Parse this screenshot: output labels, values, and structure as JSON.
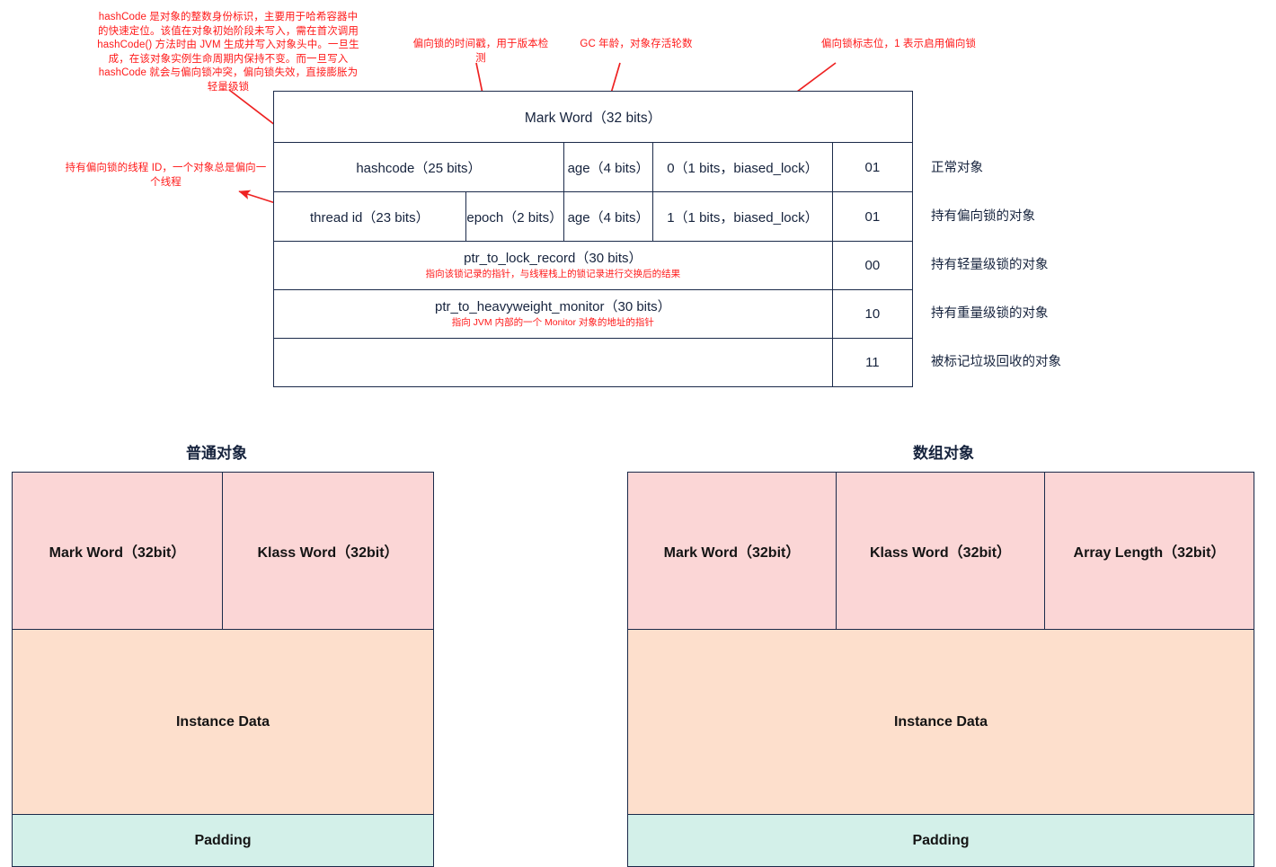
{
  "annotations": {
    "hashcode": "hashCode 是对象的整数身份标识，主要用于哈希容器中的快速定位。该值在对象初始阶段未写入，需在首次调用 hashCode() 方法时由 JVM 生成并写入对象头中。一旦生成，在该对象实例生命周期内保持不变。而一旦写入 hashCode 就会与偏向锁冲突，偏向锁失效，直接膨胀为轻量级锁",
    "epoch": "偏向锁的时间戳，用于版本检测",
    "gc_age": "GC 年龄，对象存活轮数",
    "biased_flag": "偏向锁标志位，1 表示启用偏向锁",
    "thread_id": "持有偏向锁的线程 ID，一个对象总是偏向一个线程"
  },
  "mark_word_table": {
    "header": "Mark Word（32 bits）",
    "rows": [
      {
        "id": "normal",
        "cells": [
          "hashcode（25 bits）",
          "age（4 bits）",
          "0（1 bits，biased_lock）",
          "01"
        ],
        "label": "正常对象"
      },
      {
        "id": "biased",
        "cells": [
          "thread id（23 bits）",
          "epoch（2 bits）",
          "age（4 bits）",
          "1（1 bits，biased_lock）",
          "01"
        ],
        "label": "持有偏向锁的对象"
      },
      {
        "id": "lightweight",
        "main": "ptr_to_lock_record（30 bits）",
        "sub": "指向该锁记录的指针，与线程栈上的锁记录进行交换后的结果",
        "tag": "00",
        "label": "持有轻量级锁的对象"
      },
      {
        "id": "heavyweight",
        "main": "ptr_to_heavyweight_monitor（30 bits）",
        "sub": "指向 JVM 内部的一个 Monitor 对象的地址的指针",
        "tag": "10",
        "label": "持有重量级锁的对象"
      },
      {
        "id": "gc_marked",
        "main": "",
        "sub": "",
        "tag": "11",
        "label": "被标记垃圾回收的对象"
      }
    ]
  },
  "object_layouts": [
    {
      "id": "plain-object",
      "title": "普通对象",
      "header_cells": [
        "Mark Word（32bit）",
        "Klass Word（32bit）"
      ],
      "data_label": "Instance Data",
      "padding_label": "Padding"
    },
    {
      "id": "array-object",
      "title": "数组对象",
      "header_cells": [
        "Mark Word（32bit）",
        "Klass Word（32bit）",
        "Array Length（32bit）"
      ],
      "data_label": "Instance Data",
      "padding_label": "Padding"
    }
  ],
  "colors": {
    "annotation_red": "#ff1a1a",
    "border": "#1b2a4a",
    "header_pink": "#fbd6d6",
    "instance_peach": "#fddfcc",
    "padding_mint": "#d3f0e9"
  }
}
